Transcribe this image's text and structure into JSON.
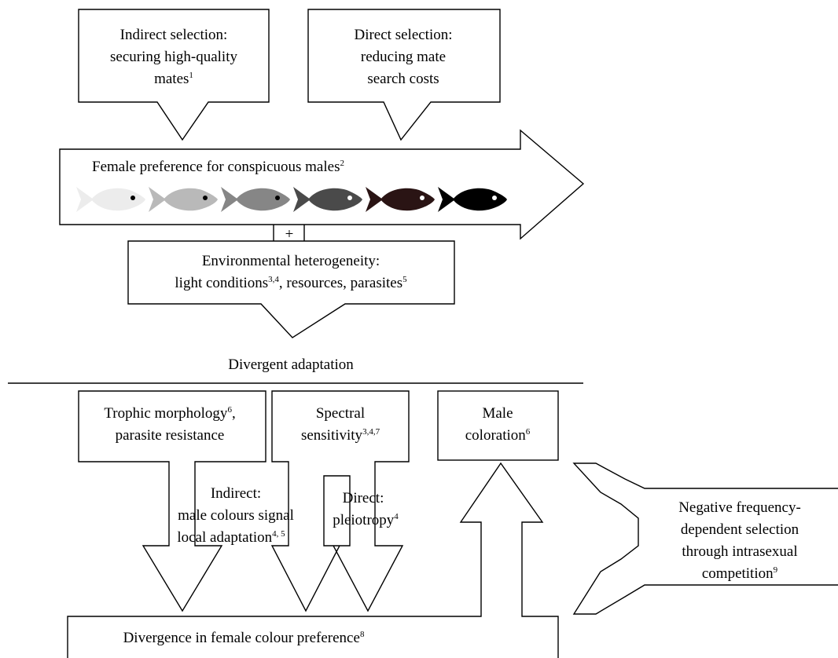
{
  "boxes": {
    "indirect_selection": {
      "line1": "Indirect selection:",
      "line2": "securing high-quality",
      "line3": "mates",
      "sup": "1"
    },
    "direct_selection": {
      "line1": "Direct selection:",
      "line2": "reducing mate",
      "line3": "search costs"
    },
    "female_preference": {
      "text": "Female preference for conspicuous males",
      "sup": "2"
    },
    "plus": "+",
    "environment": {
      "line1": "Environmental heterogeneity:",
      "line2_a": "light conditions",
      "line2_sup1": "3,4",
      "line2_b": ", resources, parasites",
      "line2_sup2": "5"
    },
    "divergent_adaptation": "Divergent adaptation",
    "trophic": {
      "line1_a": "Trophic morphology",
      "line1_sup": "6",
      "line1_b": ",",
      "line2": "parasite resistance"
    },
    "spectral": {
      "line1": "Spectral",
      "line2": "sensitivity",
      "line2_sup": "3,4,7"
    },
    "male_coloration": {
      "line1": "Male",
      "line2": "coloration",
      "line2_sup": "6"
    },
    "indirect_signal": {
      "line1": "Indirect:",
      "line2": "male colours signal",
      "line3": "local adaptation",
      "line3_sup": "4, 5"
    },
    "direct_pleiotropy": {
      "line1": "Direct:",
      "line2": "pleiotropy",
      "line2_sup": "4"
    },
    "negative_selection": {
      "line1": "Negative frequency-",
      "line2": "dependent selection",
      "line3": "through intrasexual",
      "line4": "competition",
      "line4_sup": "9"
    },
    "divergence_preference": {
      "text": "Divergence in female colour preference",
      "sup": "8"
    }
  },
  "fish_colors": [
    "#ececec",
    "#b9b9b9",
    "#868686",
    "#4a4a4a",
    "#2a1414",
    "#000000"
  ],
  "fish_eye_colors": [
    "#000000",
    "#000000",
    "#000000",
    "#ffffff",
    "#ffffff",
    "#ffffff"
  ]
}
